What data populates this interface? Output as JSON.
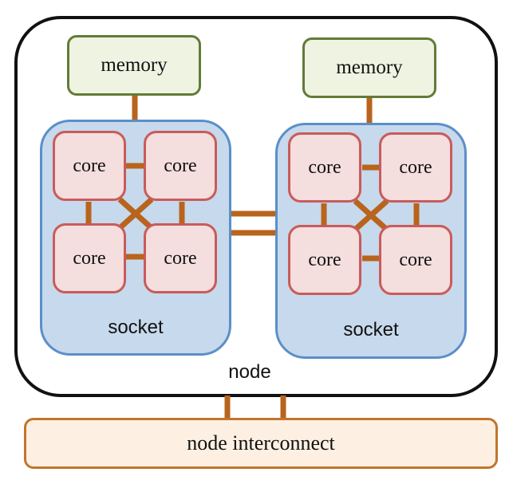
{
  "node": {
    "label": "node"
  },
  "interconnect": {
    "label": "node interconnect"
  },
  "sockets": [
    {
      "label": "socket",
      "memory": "memory",
      "cores": [
        "core",
        "core",
        "core",
        "core"
      ]
    },
    {
      "label": "socket",
      "memory": "memory",
      "cores": [
        "core",
        "core",
        "core",
        "core"
      ]
    }
  ],
  "colors": {
    "node_border": "#111111",
    "memory_fill": "#eef3e2",
    "memory_border": "#637b37",
    "socket_fill": "#c7d9ec",
    "socket_border": "#5b8fc8",
    "core_fill": "#f4dede",
    "core_border": "#c95b5b",
    "link": "#b8641c",
    "interconnect_fill": "#fdf0e3",
    "interconnect_border": "#c0752c"
  }
}
